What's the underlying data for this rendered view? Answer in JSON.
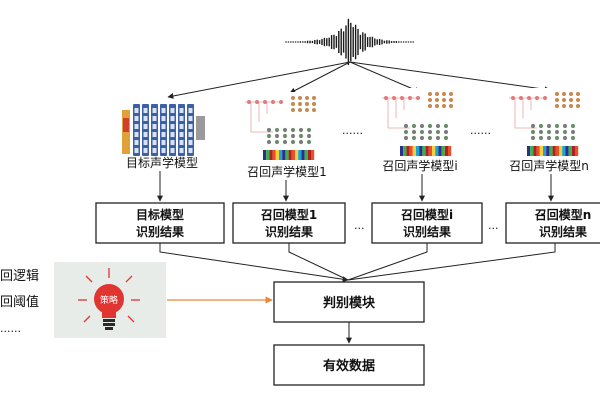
{
  "acoustic_models": {
    "target": "目标声学模型",
    "recall_1": "召回声学模型1",
    "recall_i": "召回声学模型i",
    "recall_n": "召回声学模型n",
    "ellipsis_a": "......",
    "ellipsis_b": "......"
  },
  "result_boxes": {
    "target": {
      "line1": "目标模型",
      "line2": "识别结果"
    },
    "recall_1": {
      "line1": "召回模型1",
      "line2": "识别结果"
    },
    "recall_i": {
      "line1": "召回模型i",
      "line2": "识别结果"
    },
    "recall_n": {
      "line1": "召回模型n",
      "line2": "识别结果"
    },
    "dots_a": "...",
    "dots_b": "..."
  },
  "strategy": {
    "bulb_label": "策略",
    "items": [
      "回逻辑",
      "回阈值",
      "......"
    ]
  },
  "judge_module": "判别模块",
  "output": "有效数据",
  "colors": {
    "accent_orange": "#e8893a",
    "box_border": "#222222",
    "strategy_bg": "#e8ece9",
    "bulb_red": "#e03530"
  },
  "icons": {
    "waveform": "sound-waveform-icon",
    "network": "neural-network-icon",
    "bulb": "lightbulb-icon"
  }
}
